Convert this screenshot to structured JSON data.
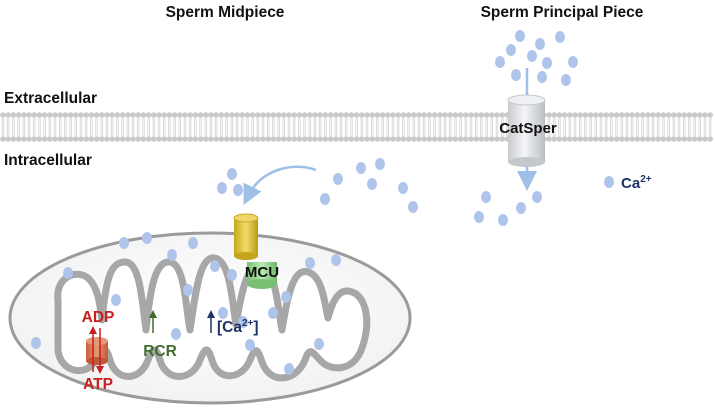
{
  "headings": {
    "midpiece": "Sperm Midpiece",
    "principal_piece": "Sperm Principal Piece"
  },
  "compartments": {
    "extracellular": "Extracellular",
    "intracellular": "Intracellular"
  },
  "channels": {
    "catsper": "CatSper",
    "mcu": "MCU"
  },
  "legend": {
    "ion_base": "Ca",
    "ion_charge": "2+"
  },
  "mitochondrion": {
    "adp": "ADP",
    "atp": "ATP",
    "rcr": "RCR",
    "calcium_bracket_open": "[Ca",
    "calcium_charge": "2+",
    "calcium_bracket_close": "]"
  },
  "colors": {
    "calcium_dot": "#aec4ea",
    "catsper": "#dfe1e4",
    "mcu_top": "#e2c53a",
    "mcu_bottom": "#8fd38a",
    "adp_atp": "#c81e1e",
    "rcr": "#3f6b2c",
    "calcium_label": "#1f3266",
    "membrane": "#c9c9c9"
  }
}
